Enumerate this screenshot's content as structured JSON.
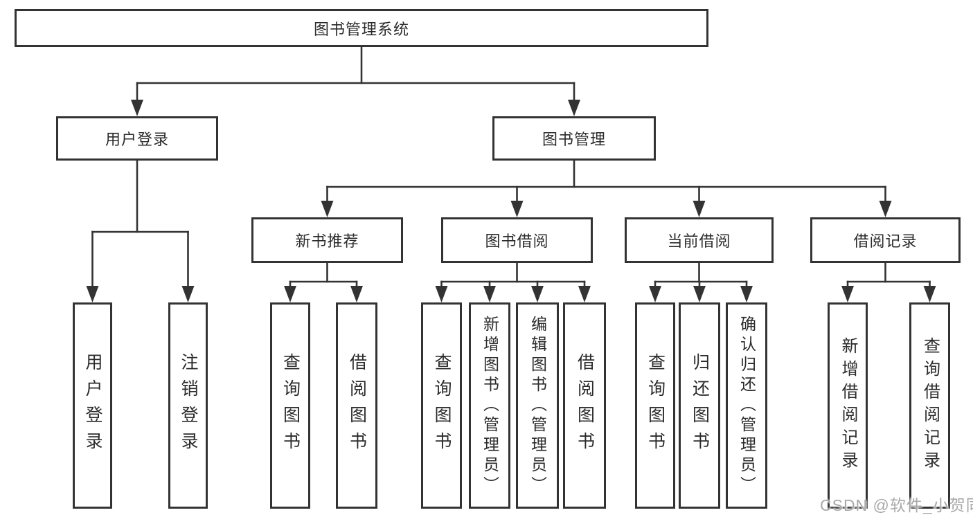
{
  "tree": {
    "root": {
      "label": "图书管理系统",
      "children": [
        {
          "label": "用户登录",
          "children": [
            {
              "label": "用户登录"
            },
            {
              "label": "注销登录"
            }
          ]
        },
        {
          "label": "图书管理",
          "children": [
            {
              "label": "新书推荐",
              "children": [
                {
                  "label": "查询图书"
                },
                {
                  "label": "借阅图书"
                }
              ]
            },
            {
              "label": "图书借阅",
              "children": [
                {
                  "label": "查询图书"
                },
                {
                  "label": "新增图书（管理员）"
                },
                {
                  "label": "编辑图书（管理员）"
                },
                {
                  "label": "借阅图书"
                }
              ]
            },
            {
              "label": "当前借阅",
              "children": [
                {
                  "label": "查询图书"
                },
                {
                  "label": "归还图书"
                },
                {
                  "label": "确认归还（管理员）"
                }
              ]
            },
            {
              "label": "借阅记录",
              "children": [
                {
                  "label": "新增借阅记录"
                },
                {
                  "label": "查询借阅记录"
                }
              ]
            }
          ]
        }
      ]
    }
  },
  "watermark": {
    "text": "CSDN @软件_小贺同学"
  },
  "colors": {
    "line": "#333333",
    "box_border": "#333333",
    "text": "#2b2b2b",
    "background": "#ffffff",
    "watermark": "#a8a8a8"
  }
}
